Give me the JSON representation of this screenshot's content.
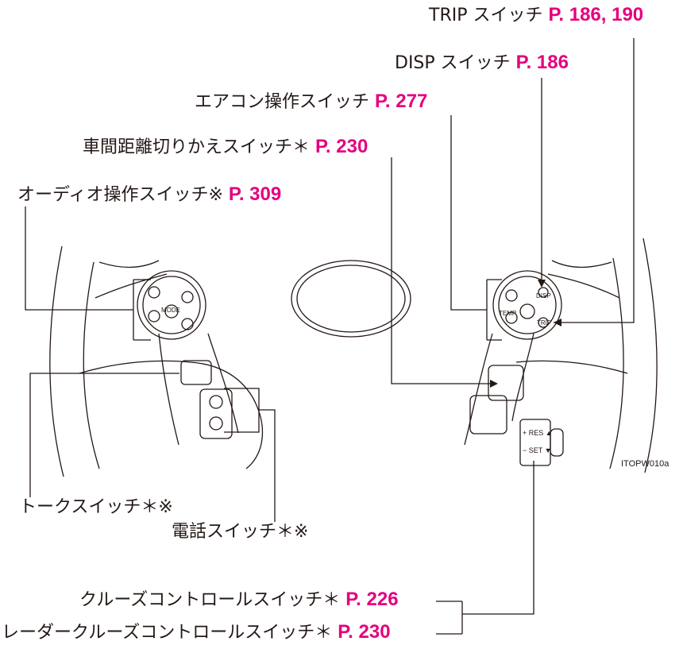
{
  "labels": {
    "trip": {
      "text": "TRIP スイッチ",
      "ref": "P. 186, 190"
    },
    "disp": {
      "text": "DISP スイッチ",
      "ref": "P. 186"
    },
    "aircon": {
      "text": "エアコン操作スイッチ",
      "ref": "P. 277"
    },
    "distance": {
      "text": "車間距離切りかえスイッチ＊",
      "ref": "P. 230"
    },
    "audio": {
      "text": "オーディオ操作スイッチ※",
      "ref": "P. 309"
    },
    "talk": {
      "text": "トークスイッチ＊※"
    },
    "phone": {
      "text": "電話スイッチ＊※"
    },
    "cruise": {
      "text": "クルーズコントロールスイッチ＊",
      "ref": "P. 226"
    },
    "radar": {
      "text": "レーダークルーズコントロールスイッチ＊",
      "ref": "P. 230"
    }
  },
  "figure_code": "ITOPW010a",
  "switch_glyphs": {
    "mode": "MODE",
    "temp": "TEMP",
    "disp": "DISP",
    "trip": "TRIP",
    "res": "+ RES ▲",
    "set": "− SET ▼"
  },
  "colors": {
    "reference": "#e4007f",
    "line": "#231815"
  }
}
